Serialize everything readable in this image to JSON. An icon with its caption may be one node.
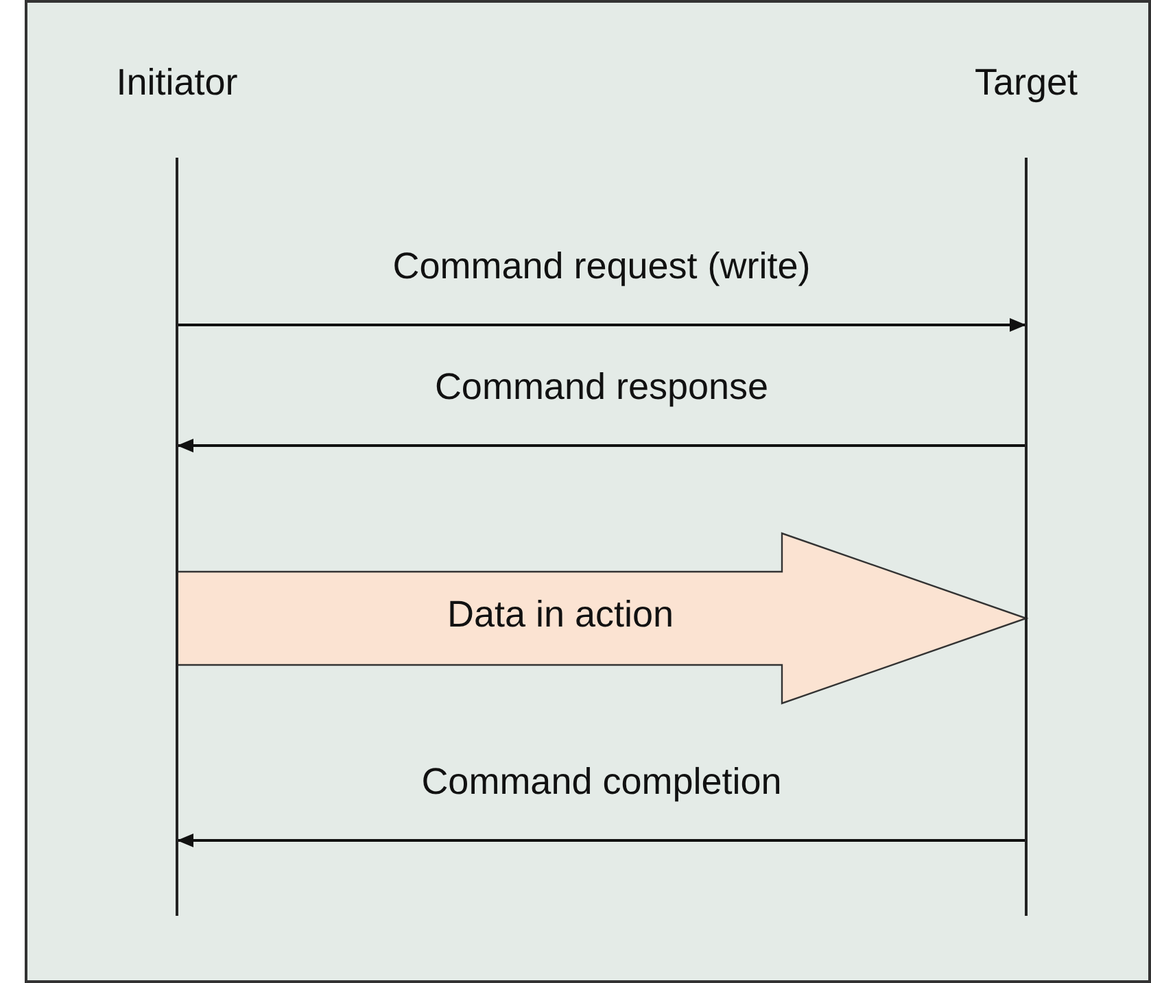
{
  "diagram": {
    "nodes": [
      {
        "text": [
          "Initiator"
        ]
      },
      {
        "text": [
          "Target"
        ]
      }
    ],
    "edges": [
      {
        "from": 0,
        "to": 1,
        "arrow": "to",
        "label": "Command request (write)"
      },
      {
        "from": 1,
        "to": 0,
        "arrow": "to",
        "label": "Command response"
      },
      {
        "from": 0,
        "to": 1,
        "arrow": "to",
        "label": "Data in action",
        "style": "thick",
        "color": "#fbe3d2"
      },
      {
        "from": 1,
        "to": 0,
        "arrow": "to",
        "label": "Command completion"
      }
    ]
  }
}
